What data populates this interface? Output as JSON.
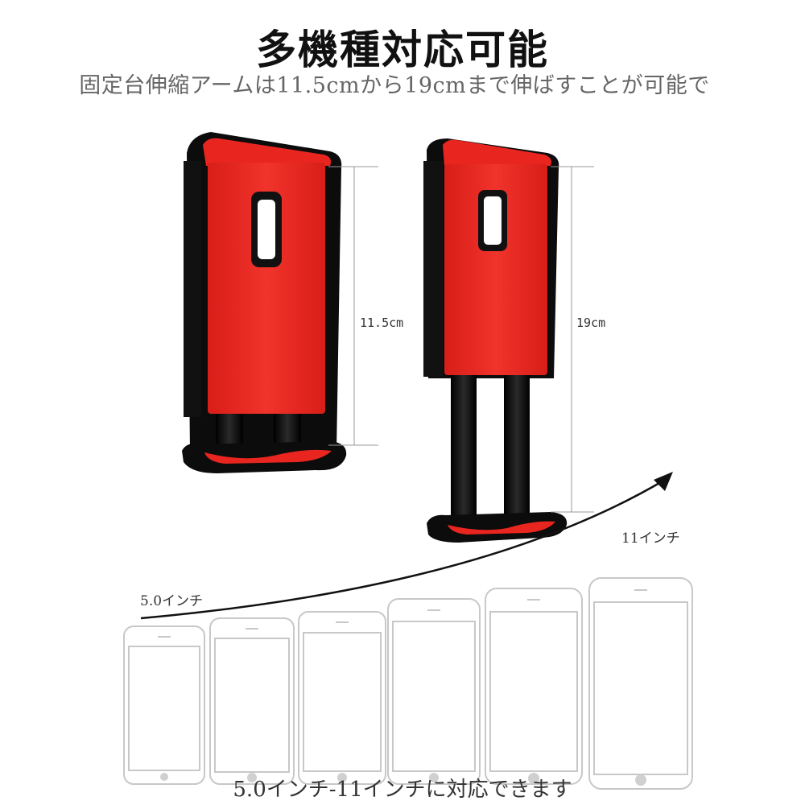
{
  "header": {
    "title": "多機種対応可能",
    "subtitle": "固定台伸縮アームは11.5cmから19cmまで伸ばすことが可能で"
  },
  "holders": [
    {
      "length_label": "11.5cm"
    },
    {
      "length_label": "19cm"
    }
  ],
  "arrow": {
    "start_label": "5.0インチ",
    "end_label": "11インチ"
  },
  "phones": {
    "count": 6
  },
  "caption": "5.0インチ-11インチに対応できます",
  "colors": {
    "holder_red": "#e8251f",
    "holder_black": "#111111",
    "phone_outline": "#c8c8c8"
  }
}
